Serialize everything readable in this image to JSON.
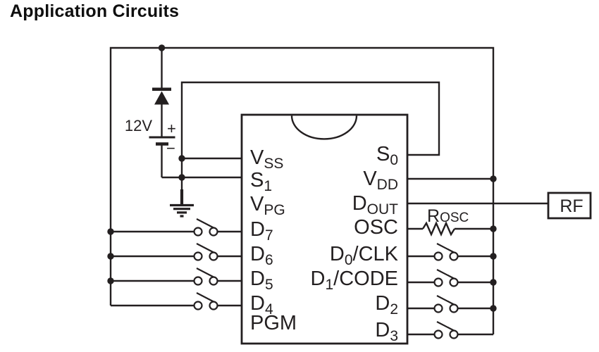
{
  "title": "Application Circuits",
  "colors": {
    "line": "#231f20",
    "background": "#ffffff"
  },
  "power": {
    "battery_voltage": "12V",
    "plus_sign": "+",
    "minus_sign": "−"
  },
  "resistor": {
    "name_main": "R",
    "name_sub": "OSC"
  },
  "rf_box": {
    "label": "RF"
  },
  "ic": {
    "left_pins": [
      {
        "main": "V",
        "sub": "SS"
      },
      {
        "main": "S",
        "sub": "1"
      },
      {
        "main": "V",
        "sub": "PG"
      },
      {
        "main": "D",
        "sub": "7"
      },
      {
        "main": "D",
        "sub": "6"
      },
      {
        "main": "D",
        "sub": "5"
      },
      {
        "main": "D",
        "sub": "4"
      },
      {
        "main": "PGM",
        "sub": ""
      }
    ],
    "right_pins": [
      {
        "main": "S",
        "sub": "0",
        "suffix": ""
      },
      {
        "main": "V",
        "sub": "DD",
        "suffix": ""
      },
      {
        "main": "D",
        "sub": "OUT",
        "suffix": ""
      },
      {
        "main": "OSC",
        "sub": "",
        "suffix": ""
      },
      {
        "main": "D",
        "sub": "0",
        "suffix": "/CLK"
      },
      {
        "main": "D",
        "sub": "1",
        "suffix": "/CODE"
      },
      {
        "main": "D",
        "sub": "2",
        "suffix": ""
      },
      {
        "main": "D",
        "sub": "3",
        "suffix": ""
      }
    ]
  }
}
